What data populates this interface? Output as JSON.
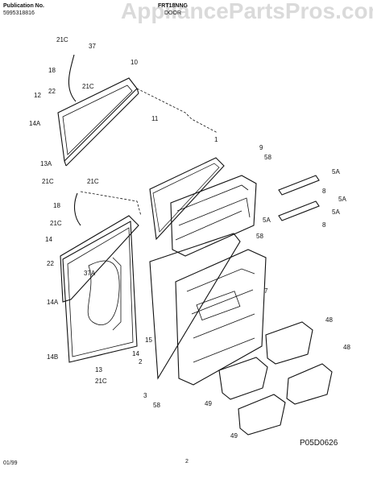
{
  "header": {
    "publication_label": "Publication No.",
    "publication_number": "5995318816",
    "model": "FRT18NNG",
    "section": "DOOR"
  },
  "watermark": "AppliancePartsPros.com",
  "footer": {
    "date": "01/99",
    "page": "2",
    "diagram_code": "P05D0626"
  },
  "callouts": [
    "21C",
    "37",
    "10",
    "18",
    "21C",
    "22",
    "12",
    "14A",
    "11",
    "1",
    "9",
    "58",
    "5A",
    "13A",
    "21C",
    "21C",
    "8",
    "5A",
    "18",
    "5A",
    "21C",
    "8",
    "5A",
    "58",
    "14",
    "22",
    "37A",
    "7",
    "14A",
    "14",
    "14B",
    "15",
    "13",
    "21C",
    "48",
    "48",
    "2",
    "3",
    "58",
    "49",
    "49"
  ]
}
